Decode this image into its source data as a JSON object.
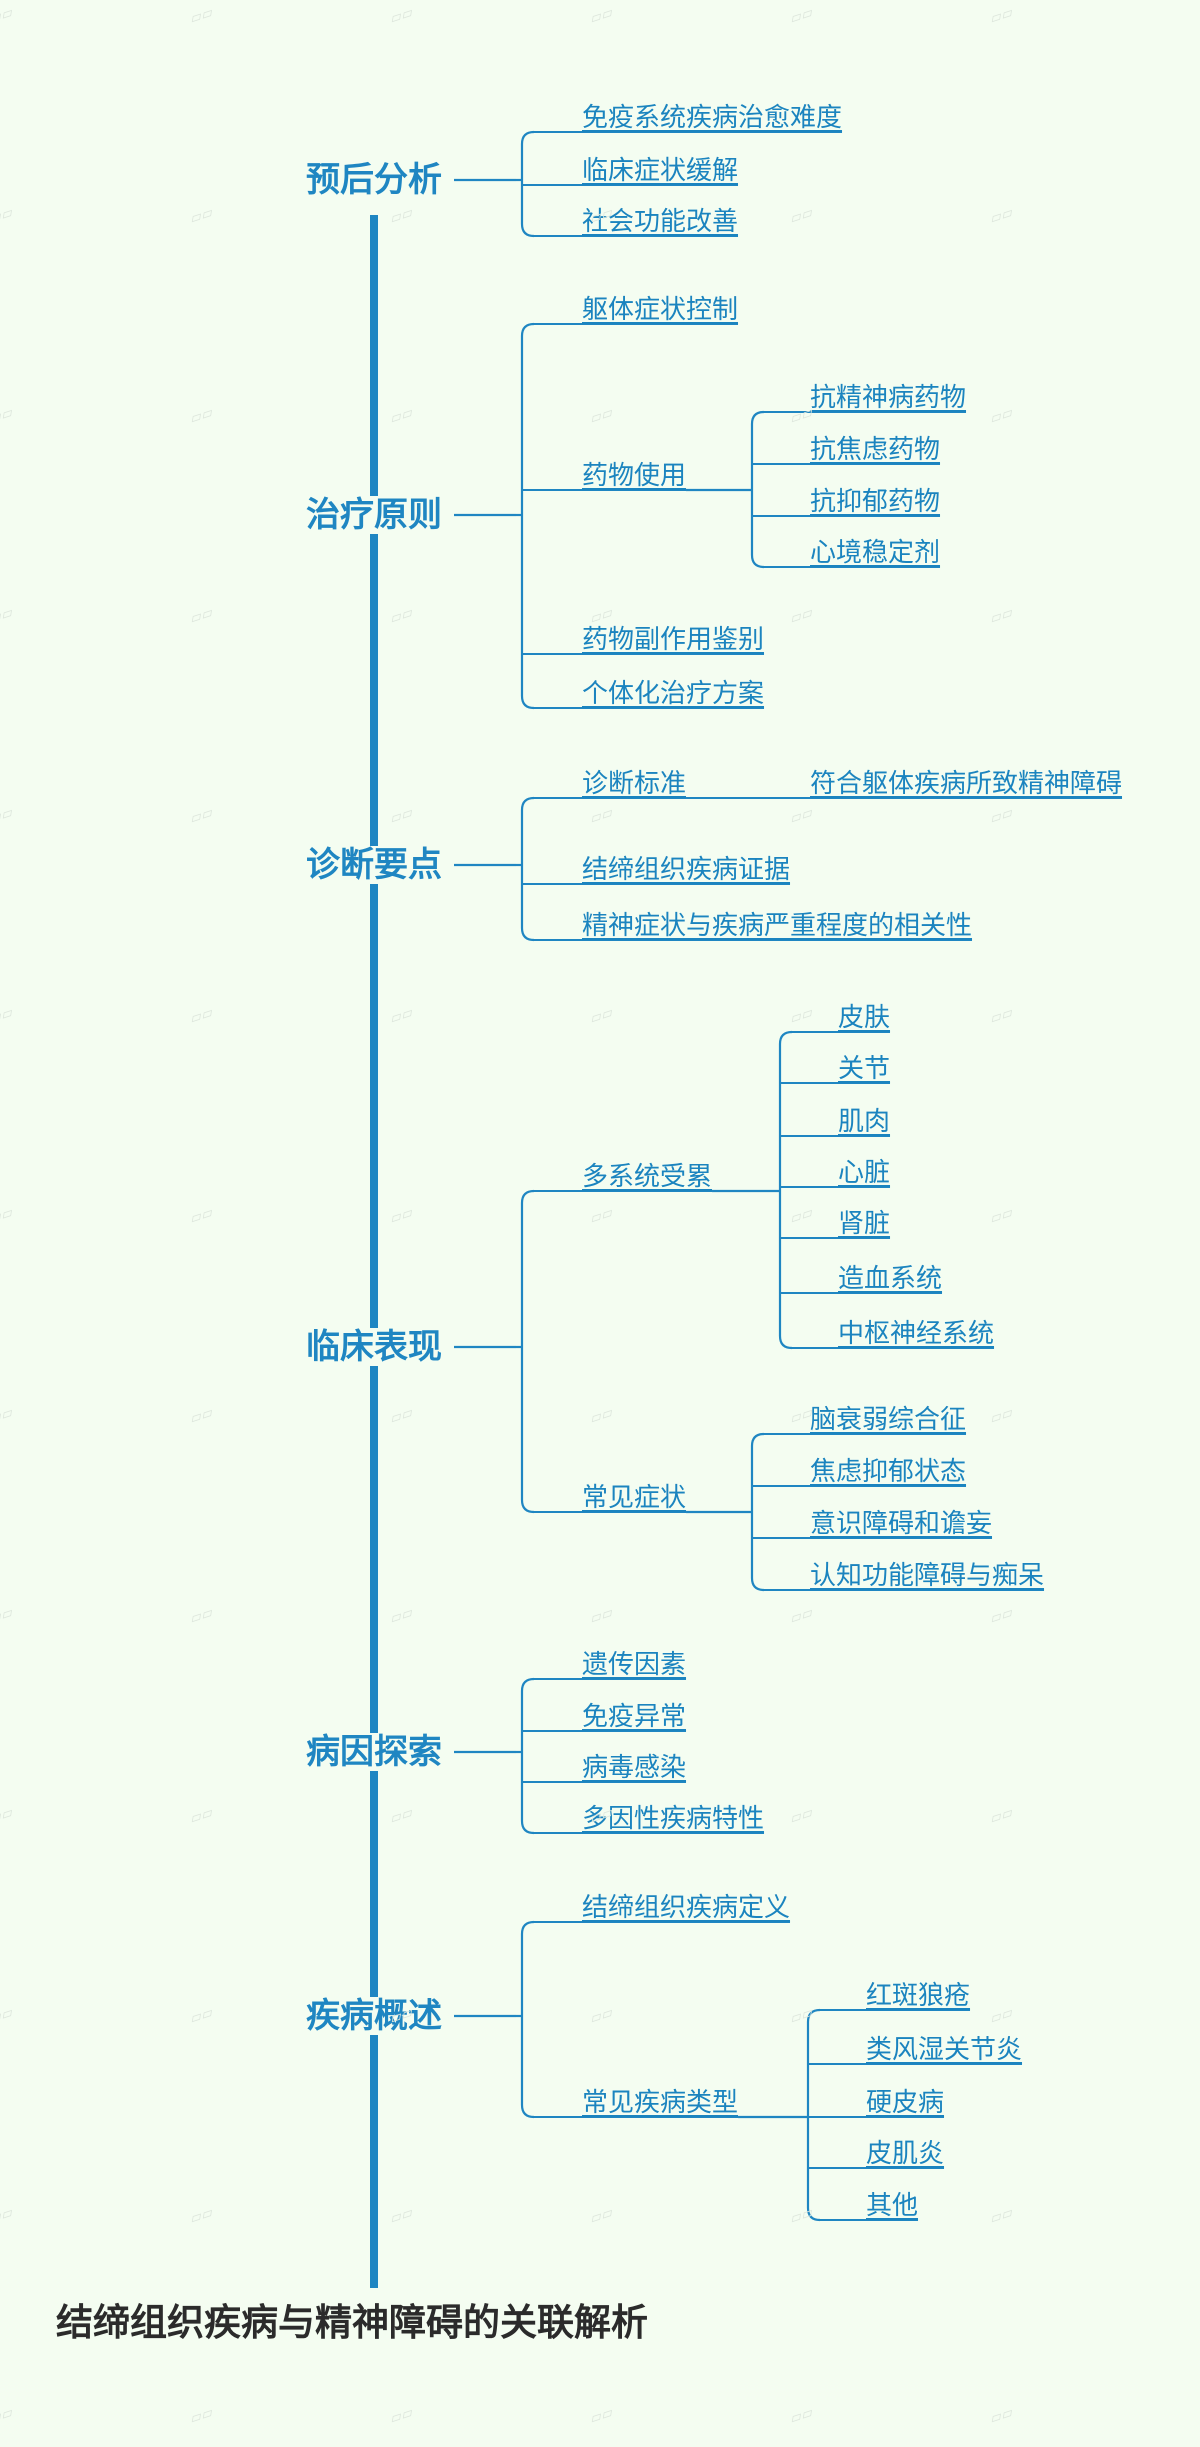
{
  "diagram": {
    "title": "结缔组织疾病与精神障碍的关联解析",
    "branches": [
      {
        "label": "预后分析",
        "children": [
          {
            "label": "免疫系统疾病治愈难度"
          },
          {
            "label": "临床症状缓解"
          },
          {
            "label": "社会功能改善"
          }
        ]
      },
      {
        "label": "治疗原则",
        "children": [
          {
            "label": "躯体症状控制"
          },
          {
            "label": "药物使用",
            "children": [
              {
                "label": "抗精神病药物"
              },
              {
                "label": "抗焦虑药物"
              },
              {
                "label": "抗抑郁药物"
              },
              {
                "label": "心境稳定剂"
              }
            ]
          },
          {
            "label": "药物副作用鉴别"
          },
          {
            "label": "个体化治疗方案"
          }
        ]
      },
      {
        "label": "诊断要点",
        "children": [
          {
            "label": "诊断标准",
            "children": [
              {
                "label": "符合躯体疾病所致精神障碍"
              }
            ]
          },
          {
            "label": "结缔组织疾病证据"
          },
          {
            "label": "精神症状与疾病严重程度的相关性"
          }
        ]
      },
      {
        "label": "临床表现",
        "children": [
          {
            "label": "多系统受累",
            "children": [
              {
                "label": "皮肤"
              },
              {
                "label": "关节"
              },
              {
                "label": "肌肉"
              },
              {
                "label": "心脏"
              },
              {
                "label": "肾脏"
              },
              {
                "label": "造血系统"
              },
              {
                "label": "中枢神经系统"
              }
            ]
          },
          {
            "label": "常见症状",
            "children": [
              {
                "label": "脑衰弱综合征"
              },
              {
                "label": "焦虑抑郁状态"
              },
              {
                "label": "意识障碍和谵妄"
              },
              {
                "label": "认知功能障碍与痴呆"
              }
            ]
          }
        ]
      },
      {
        "label": "病因探索",
        "children": [
          {
            "label": "遗传因素"
          },
          {
            "label": "免疫异常"
          },
          {
            "label": "病毒感染"
          },
          {
            "label": "多因性疾病特性"
          }
        ]
      },
      {
        "label": "疾病概述",
        "children": [
          {
            "label": "结缔组织疾病定义"
          },
          {
            "label": "常见疾病类型",
            "children": [
              {
                "label": "红斑狼疮"
              },
              {
                "label": "类风湿关节炎"
              },
              {
                "label": "硬皮病"
              },
              {
                "label": "皮肌炎"
              },
              {
                "label": "其他"
              }
            ]
          }
        ]
      }
    ]
  },
  "colors": {
    "line": "#1f86c2",
    "text": "#1b84bf",
    "title": "#2b2b2b",
    "background": "#f4fdf1"
  }
}
